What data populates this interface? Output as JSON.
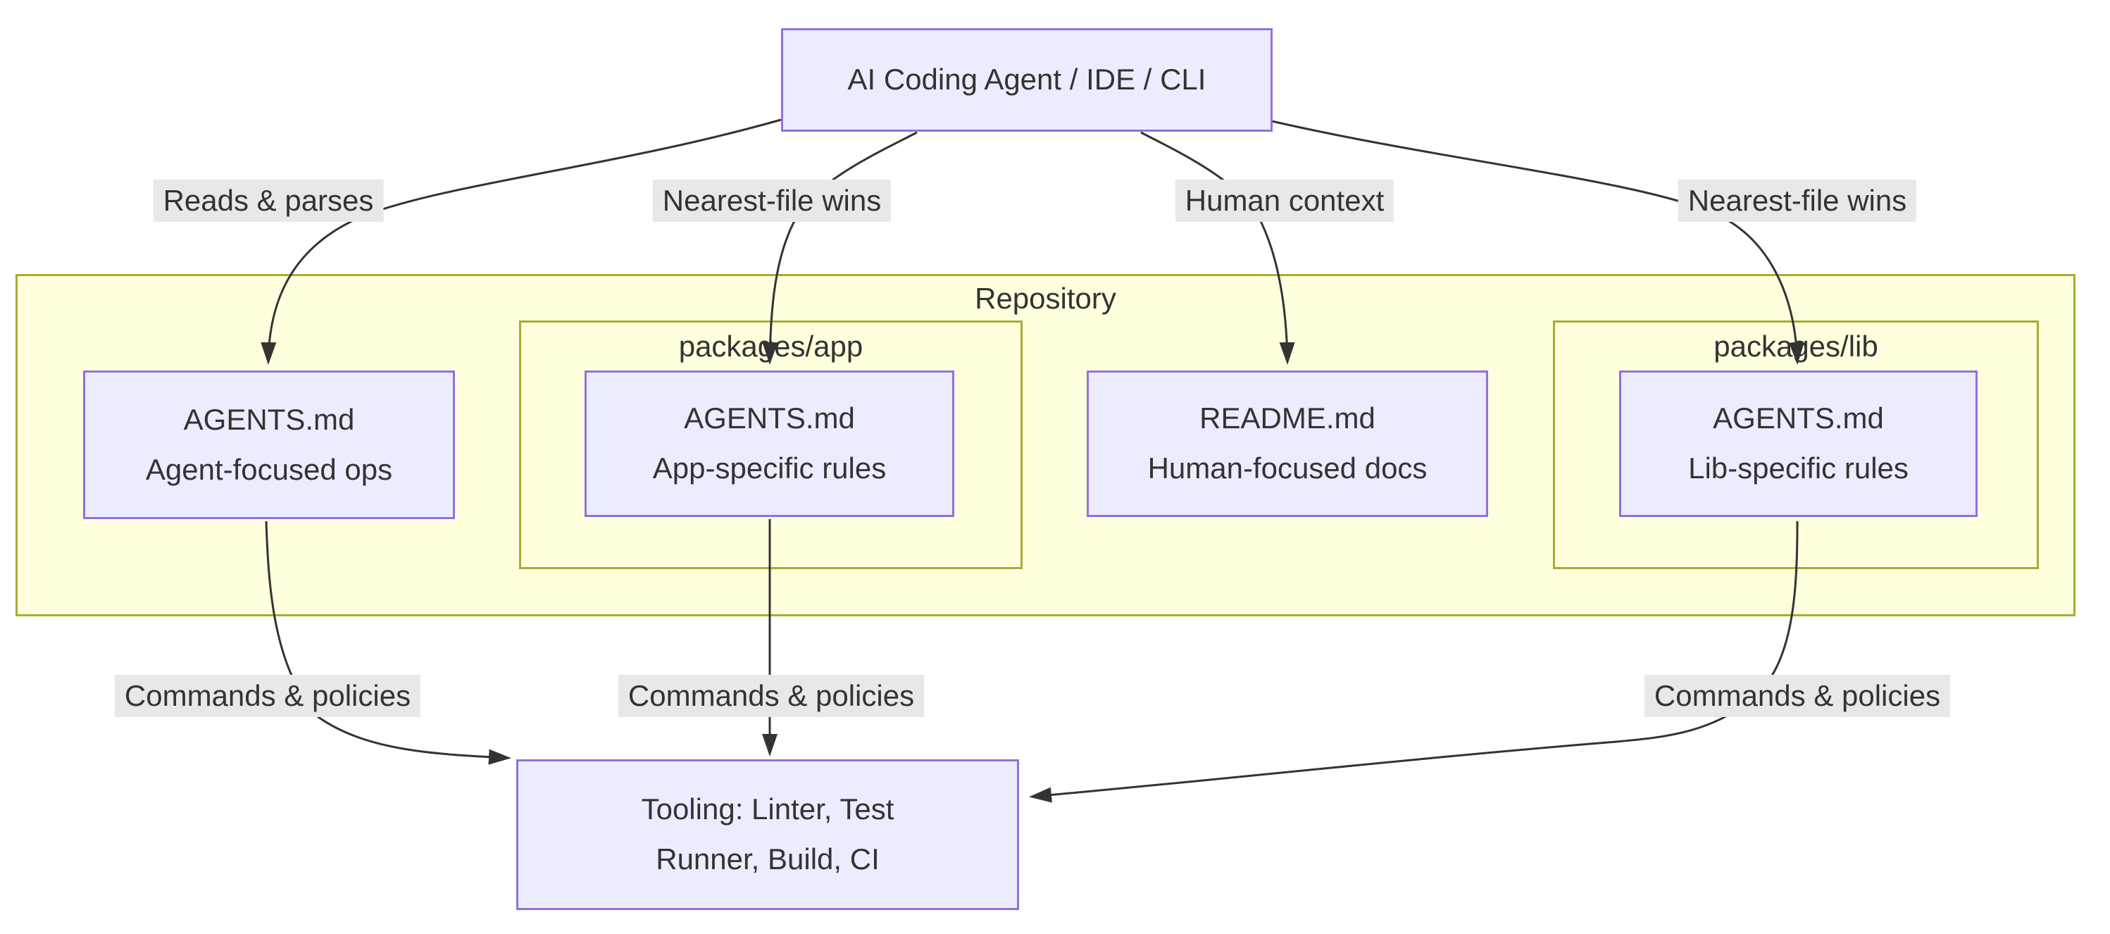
{
  "diagram": {
    "title": "AGENTS.md discovery flowchart",
    "nodes": {
      "agent": {
        "label": "AI Coding Agent / IDE / CLI"
      },
      "root_agents": {
        "line1": "AGENTS.md",
        "line2": "Agent-focused ops"
      },
      "app_agents": {
        "line1": "AGENTS.md",
        "line2": "App-specific rules"
      },
      "readme": {
        "line1": "README.md",
        "line2": "Human-focused docs"
      },
      "lib_agents": {
        "line1": "AGENTS.md",
        "line2": "Lib-specific rules"
      },
      "tooling": {
        "line1": "Tooling: Linter, Test",
        "line2": "Runner, Build, CI"
      }
    },
    "clusters": {
      "repository": {
        "title": "Repository"
      },
      "packages_app": {
        "title": "packages/app"
      },
      "packages_lib": {
        "title": "packages/lib"
      }
    },
    "edge_labels": {
      "reads_parses": "Reads & parses",
      "nearest_file_app": "Nearest-file wins",
      "human_context": "Human context",
      "nearest_file_lib": "Nearest-file wins",
      "commands_root": "Commands & policies",
      "commands_app": "Commands & policies",
      "commands_lib": "Commands & policies"
    },
    "colors": {
      "node_fill": "#ECECFF",
      "node_border": "#9370DB",
      "cluster_fill": "#FFFFDE",
      "cluster_border": "#AAAA33",
      "edge_label_bg": "#E8E8E8",
      "line": "#333333",
      "text": "#333333",
      "background": "#FFFFFF"
    }
  }
}
